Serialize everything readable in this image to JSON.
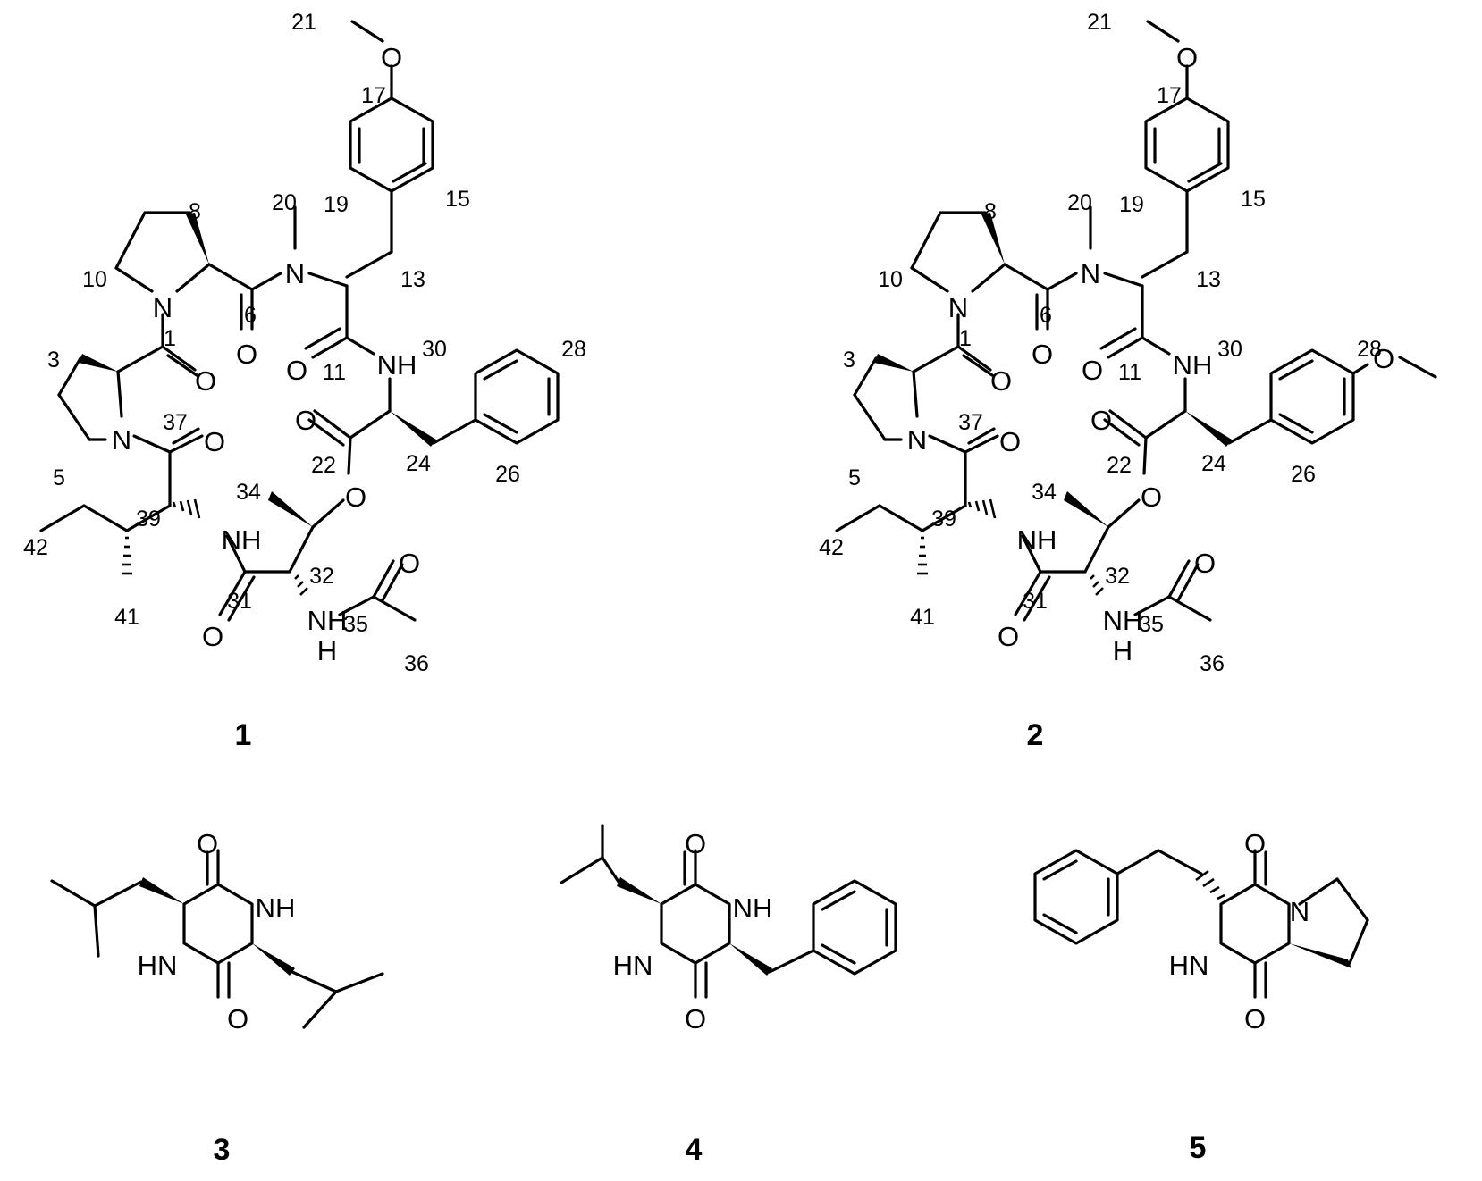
{
  "figure": {
    "compounds": [
      {
        "id": "1",
        "label": "1"
      },
      {
        "id": "2",
        "label": "2"
      },
      {
        "id": "3",
        "label": "3"
      },
      {
        "id": "4",
        "label": "4"
      },
      {
        "id": "5",
        "label": "5"
      }
    ],
    "atom_symbols": {
      "O": "O",
      "N": "N",
      "NH": "NH",
      "HN": "HN",
      "H": "H"
    },
    "locants_1": [
      "1",
      "3",
      "5",
      "6",
      "8",
      "10",
      "11",
      "13",
      "15",
      "17",
      "19",
      "20",
      "21",
      "22",
      "24",
      "26",
      "28",
      "30",
      "31",
      "32",
      "34",
      "35",
      "36",
      "37",
      "39",
      "41",
      "42"
    ],
    "locants_2": [
      "1",
      "3",
      "5",
      "6",
      "8",
      "10",
      "11",
      "13",
      "15",
      "17",
      "19",
      "20",
      "21",
      "22",
      "24",
      "26",
      "28",
      "30",
      "31",
      "32",
      "34",
      "35",
      "36",
      "37",
      "39",
      "41",
      "42"
    ]
  }
}
